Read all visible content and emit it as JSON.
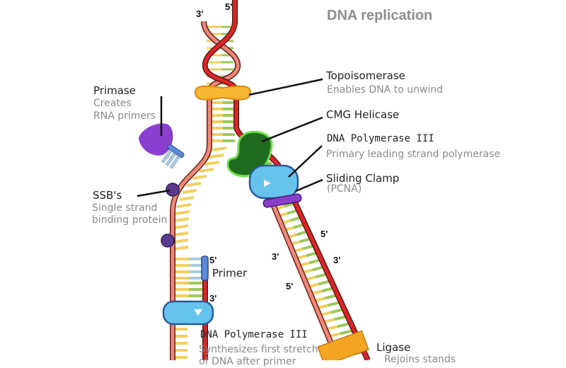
{
  "title": "DNA replication",
  "colors": {
    "parent_strand": "#dd2525",
    "daughter_strand": "#ee8877",
    "base_yellow": "#f0d060",
    "base_green": "#9cc95a",
    "primer_blue": "#5a8ad8",
    "primer_bases": "#a9cbe0",
    "topoisomerase": "#f5b731",
    "helicase": "#1f6b1f",
    "polymerase": "#66c3ee",
    "clamp": "#8a3ec9",
    "primase": "#8b3fd0",
    "ssb": "#5a3a8e",
    "ligase": "#f4a623"
  },
  "strand_ends": {
    "top_left": "3'",
    "top_right": "5'",
    "leading_a": "5'",
    "leading_b": "3'",
    "leading_c": "3'",
    "leading_d": "5'",
    "primer_top": "5'",
    "primer_bottom": "3'"
  },
  "labels": {
    "primase": {
      "name": "Primase",
      "desc1": "Creates",
      "desc2": "RNA primers"
    },
    "topoisomerase": {
      "name": "Topoisomerase",
      "desc": "Enables DNA to unwind"
    },
    "helicase": {
      "name": "CMG Helicase"
    },
    "pol_leading": {
      "name": "DNA Polymerase III",
      "desc": "Primary leading strand polymerase"
    },
    "clamp": {
      "name": "Sliding Clamp",
      "desc": "(PCNA)"
    },
    "ssb": {
      "name": "SSB's",
      "desc1": "Single strand",
      "desc2": "binding protein"
    },
    "primer": {
      "name": "Primer"
    },
    "pol_lagging": {
      "name": "DNA Polymerase III",
      "desc1": "Synthesizes first stretch",
      "desc2": "of DNA after primer"
    },
    "ligase": {
      "name": "Ligase",
      "desc": "Rejoins stands"
    }
  }
}
